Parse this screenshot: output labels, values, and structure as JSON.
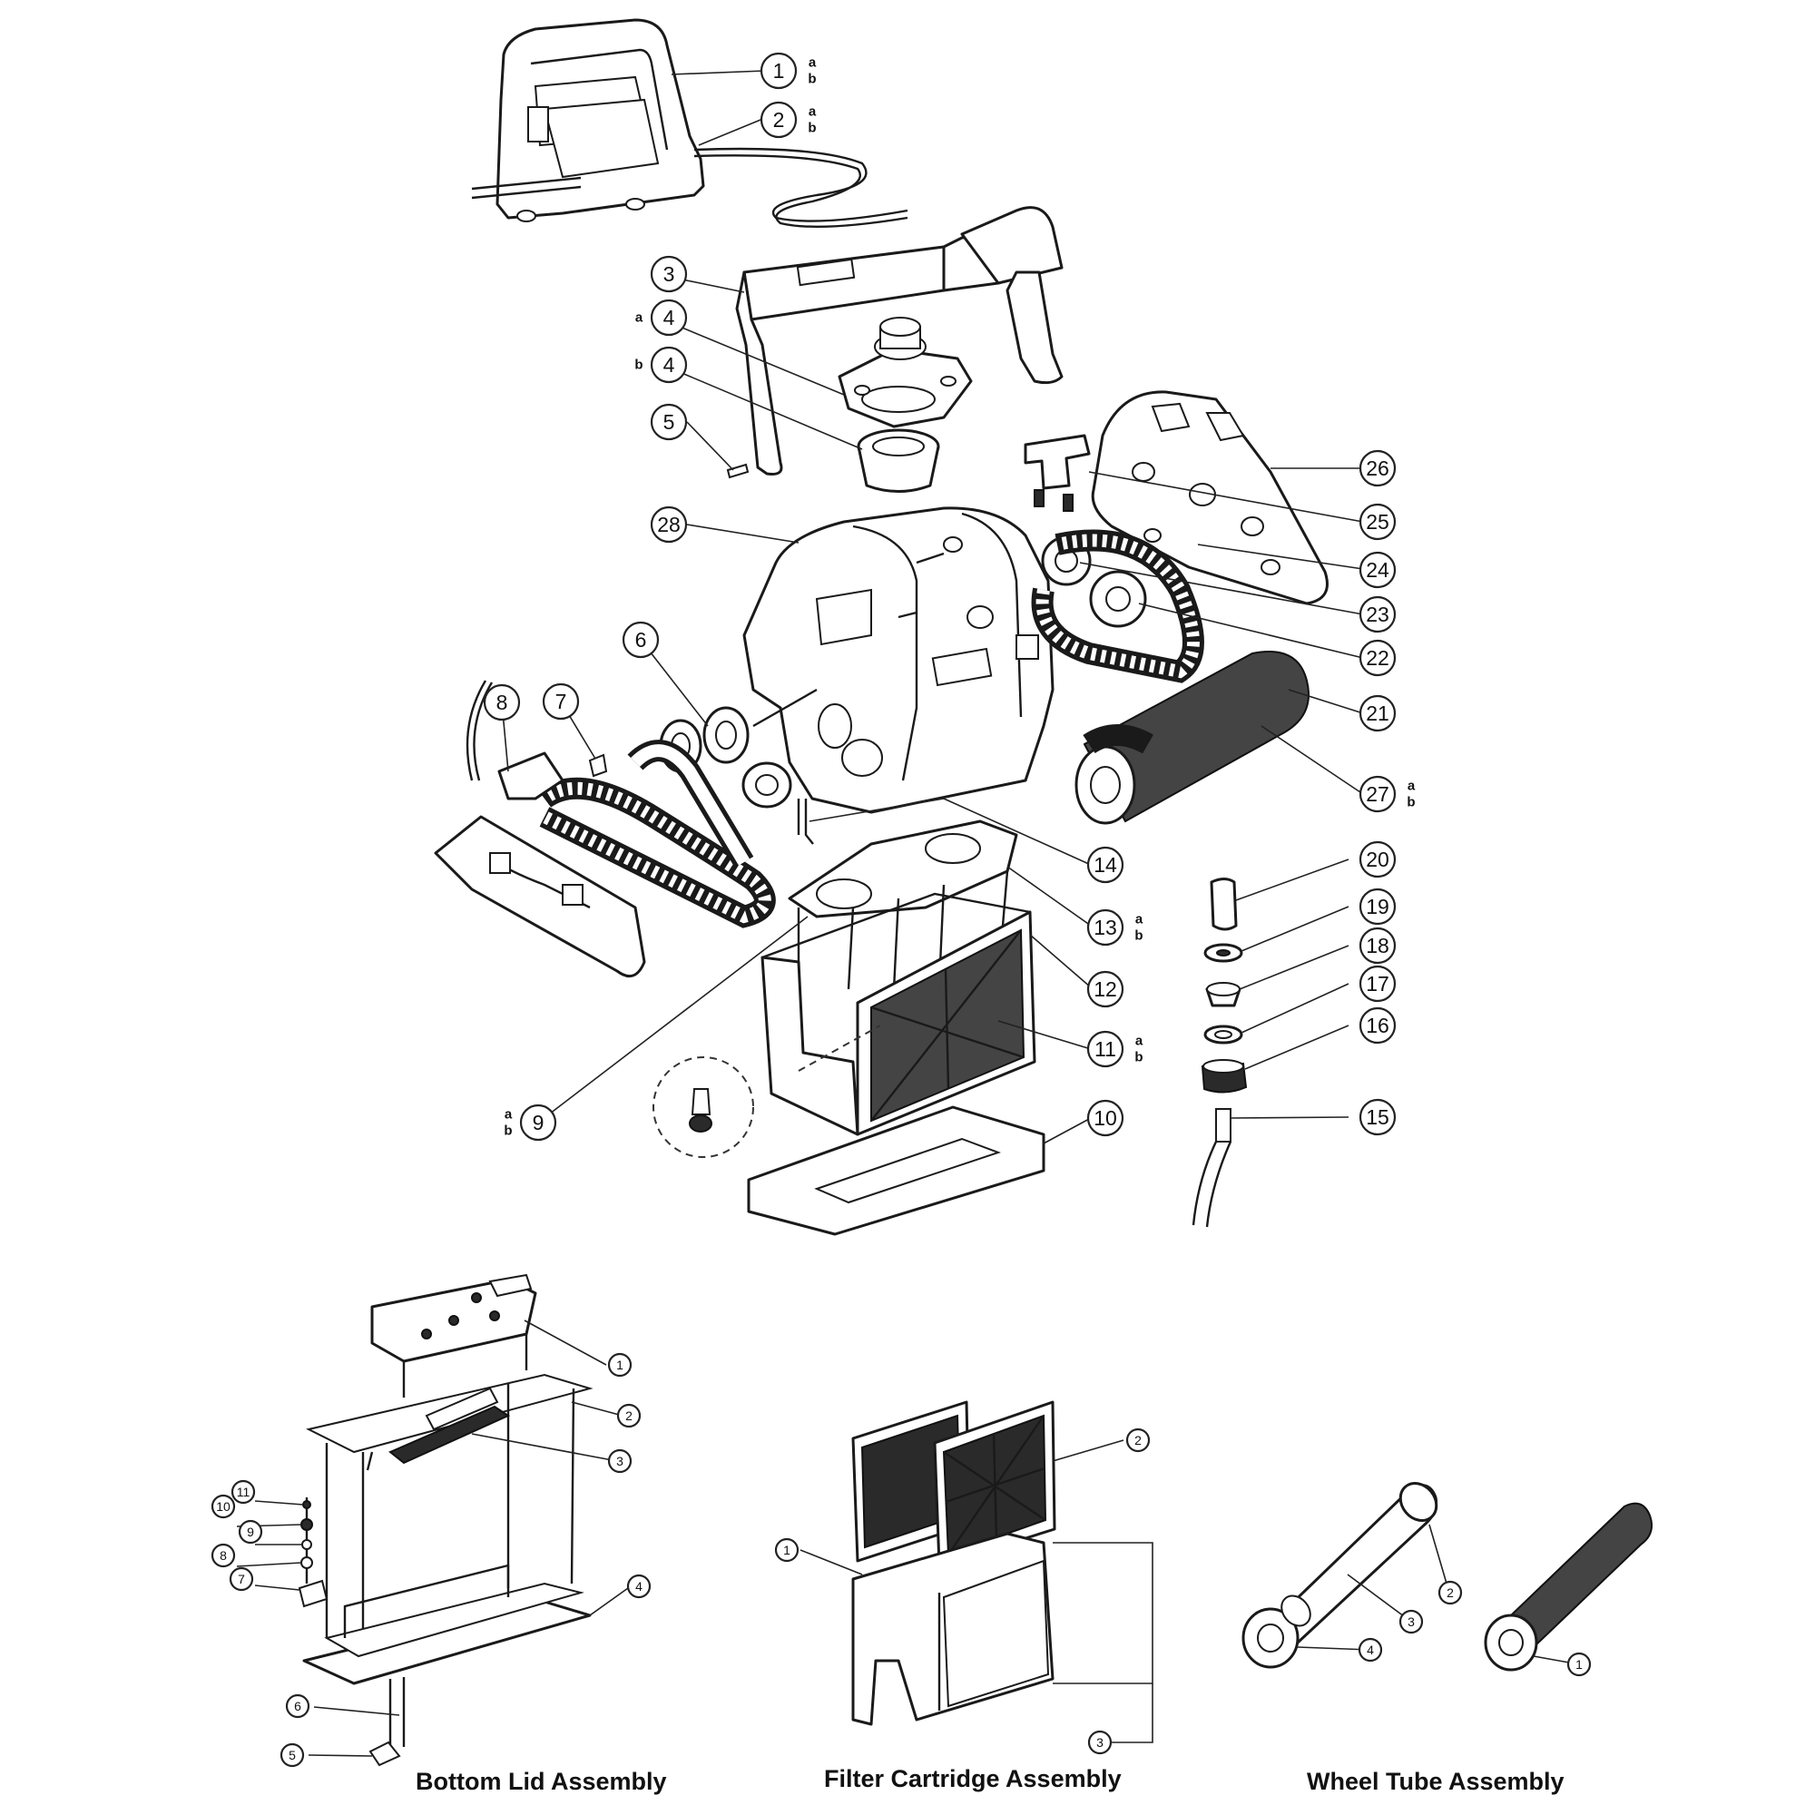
{
  "main_callouts": [
    {
      "n": "1",
      "sub": [
        "a",
        "b"
      ]
    },
    {
      "n": "2",
      "sub": [
        "a",
        "b"
      ]
    },
    {
      "n": "3",
      "sub": []
    },
    {
      "n": "4",
      "pre": "a",
      "sub": []
    },
    {
      "n": "4",
      "pre": "b",
      "sub": []
    },
    {
      "n": "5",
      "sub": []
    },
    {
      "n": "28",
      "sub": []
    },
    {
      "n": "26",
      "sub": []
    },
    {
      "n": "25",
      "sub": []
    },
    {
      "n": "24",
      "sub": []
    },
    {
      "n": "23",
      "sub": []
    },
    {
      "n": "22",
      "sub": []
    },
    {
      "n": "21",
      "sub": []
    },
    {
      "n": "27",
      "sub": [
        "a",
        "b"
      ]
    },
    {
      "n": "6",
      "sub": []
    },
    {
      "n": "8",
      "sub": []
    },
    {
      "n": "7",
      "sub": []
    },
    {
      "n": "14",
      "sub": []
    },
    {
      "n": "13",
      "sub": [
        "a",
        "b"
      ]
    },
    {
      "n": "12",
      "sub": []
    },
    {
      "n": "11",
      "sub": [
        "a",
        "b"
      ]
    },
    {
      "n": "9",
      "pre": "a b",
      "sub": []
    },
    {
      "n": "10",
      "sub": []
    },
    {
      "n": "20",
      "sub": []
    },
    {
      "n": "19",
      "sub": []
    },
    {
      "n": "18",
      "sub": []
    },
    {
      "n": "17",
      "sub": []
    },
    {
      "n": "16",
      "sub": []
    },
    {
      "n": "15",
      "sub": []
    }
  ],
  "bottom_lid": {
    "title": "Bottom Lid Assembly",
    "callouts": [
      "1",
      "2",
      "3",
      "11",
      "10",
      "9",
      "8",
      "7",
      "4",
      "6",
      "5"
    ]
  },
  "filter_cartridge": {
    "title": "Filter Cartridge Assembly",
    "callouts": [
      "2",
      "1",
      "3"
    ]
  },
  "wheel_tube": {
    "title": "Wheel Tube Assembly",
    "callouts": [
      "2",
      "3",
      "4",
      "1"
    ]
  }
}
